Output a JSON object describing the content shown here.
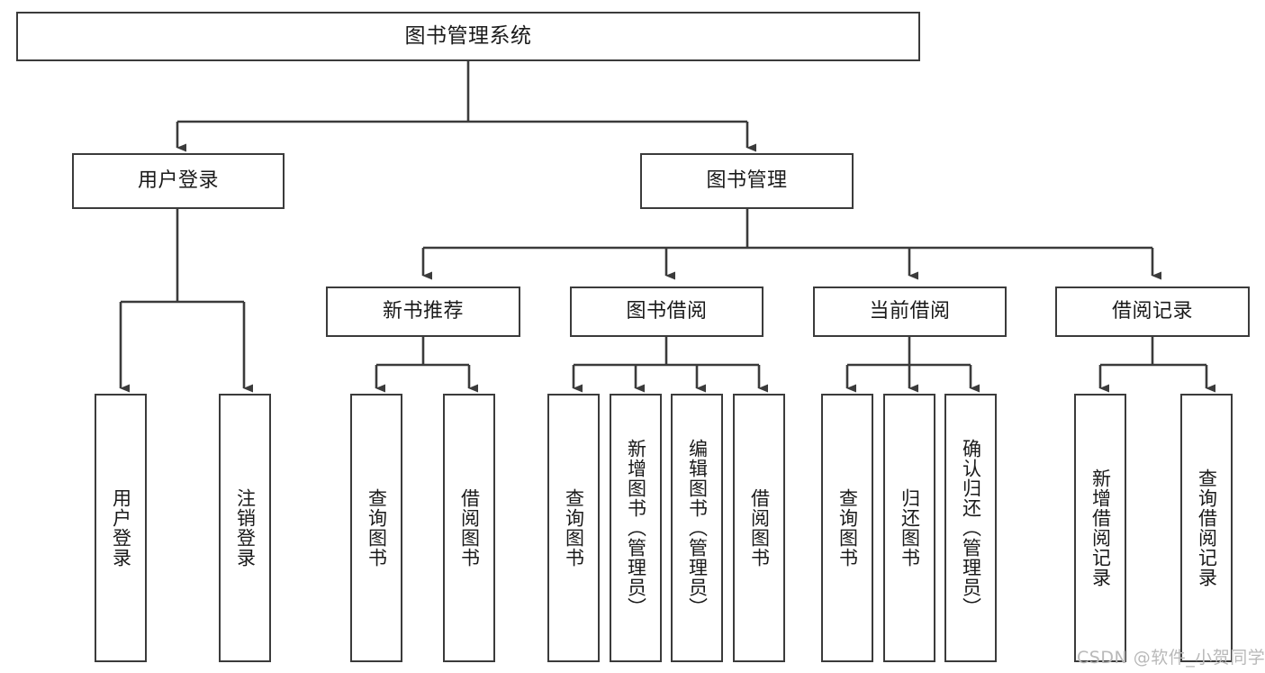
{
  "diagram": {
    "type": "tree-hierarchy-chart",
    "title_text": "图书管理系统",
    "watermark": "CSDN @软件_小贺同学",
    "colors": {
      "box_stroke": "#3b3b3b",
      "box_fill": "#ffffff",
      "connector": "#3b3b3b",
      "text": "#1a1a1a",
      "watermark": "#b9b9b9",
      "background": "#ffffff"
    },
    "nodes": {
      "root": {
        "label": "图书管理系统",
        "orientation": "horizontal"
      },
      "level2": [
        {
          "id": "user-login",
          "label": "用户登录",
          "orientation": "horizontal"
        },
        {
          "id": "book-management",
          "label": "图书管理",
          "orientation": "horizontal"
        }
      ],
      "level3": [
        {
          "id": "new-book-recommend",
          "label": "新书推荐",
          "orientation": "horizontal"
        },
        {
          "id": "book-borrow",
          "label": "图书借阅",
          "orientation": "horizontal"
        },
        {
          "id": "current-borrow",
          "label": "当前借阅",
          "orientation": "horizontal"
        },
        {
          "id": "borrow-record",
          "label": "借阅记录",
          "orientation": "horizontal"
        }
      ],
      "leaves": [
        {
          "id": "leaf-user-login",
          "label": "用户登录",
          "parent": "user-login",
          "orientation": "vertical"
        },
        {
          "id": "leaf-logout-login",
          "label": "注销登录",
          "parent": "user-login",
          "orientation": "vertical"
        },
        {
          "id": "leaf-query-book-1",
          "label": "查询图书",
          "parent": "new-book-recommend",
          "orientation": "vertical"
        },
        {
          "id": "leaf-borrow-book-1",
          "label": "借阅图书",
          "parent": "new-book-recommend",
          "orientation": "vertical"
        },
        {
          "id": "leaf-query-book-2",
          "label": "查询图书",
          "parent": "book-borrow",
          "orientation": "vertical"
        },
        {
          "id": "leaf-add-book",
          "label": "新增图书（管理员）",
          "parent": "book-borrow",
          "orientation": "vertical"
        },
        {
          "id": "leaf-edit-book",
          "label": "编辑图书（管理员）",
          "parent": "book-borrow",
          "orientation": "vertical"
        },
        {
          "id": "leaf-borrow-book-2",
          "label": "借阅图书",
          "parent": "book-borrow",
          "orientation": "vertical"
        },
        {
          "id": "leaf-query-book-3",
          "label": "查询图书",
          "parent": "current-borrow",
          "orientation": "vertical"
        },
        {
          "id": "leaf-return-book",
          "label": "归还图书",
          "parent": "current-borrow",
          "orientation": "vertical"
        },
        {
          "id": "leaf-confirm-return",
          "label": "确认归还（管理员）",
          "parent": "current-borrow",
          "orientation": "vertical"
        },
        {
          "id": "leaf-add-record",
          "label": "新增借阅记录",
          "parent": "borrow-record",
          "orientation": "vertical"
        },
        {
          "id": "leaf-query-record",
          "label": "查询借阅记录",
          "parent": "borrow-record",
          "orientation": "vertical"
        }
      ]
    }
  }
}
